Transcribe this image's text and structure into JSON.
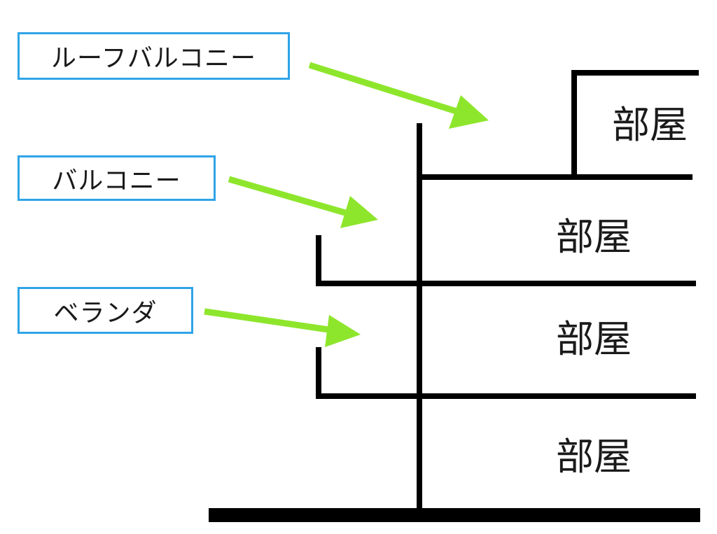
{
  "labels": {
    "roof_balcony": "ルーフバルコニー",
    "balcony": "バルコニー",
    "veranda": "ベランダ"
  },
  "rooms": [
    "部屋",
    "部屋",
    "部屋",
    "部屋"
  ],
  "colors": {
    "label_border": "#2fa4e7",
    "arrow": "#8ee62c",
    "structure": "#000000"
  }
}
